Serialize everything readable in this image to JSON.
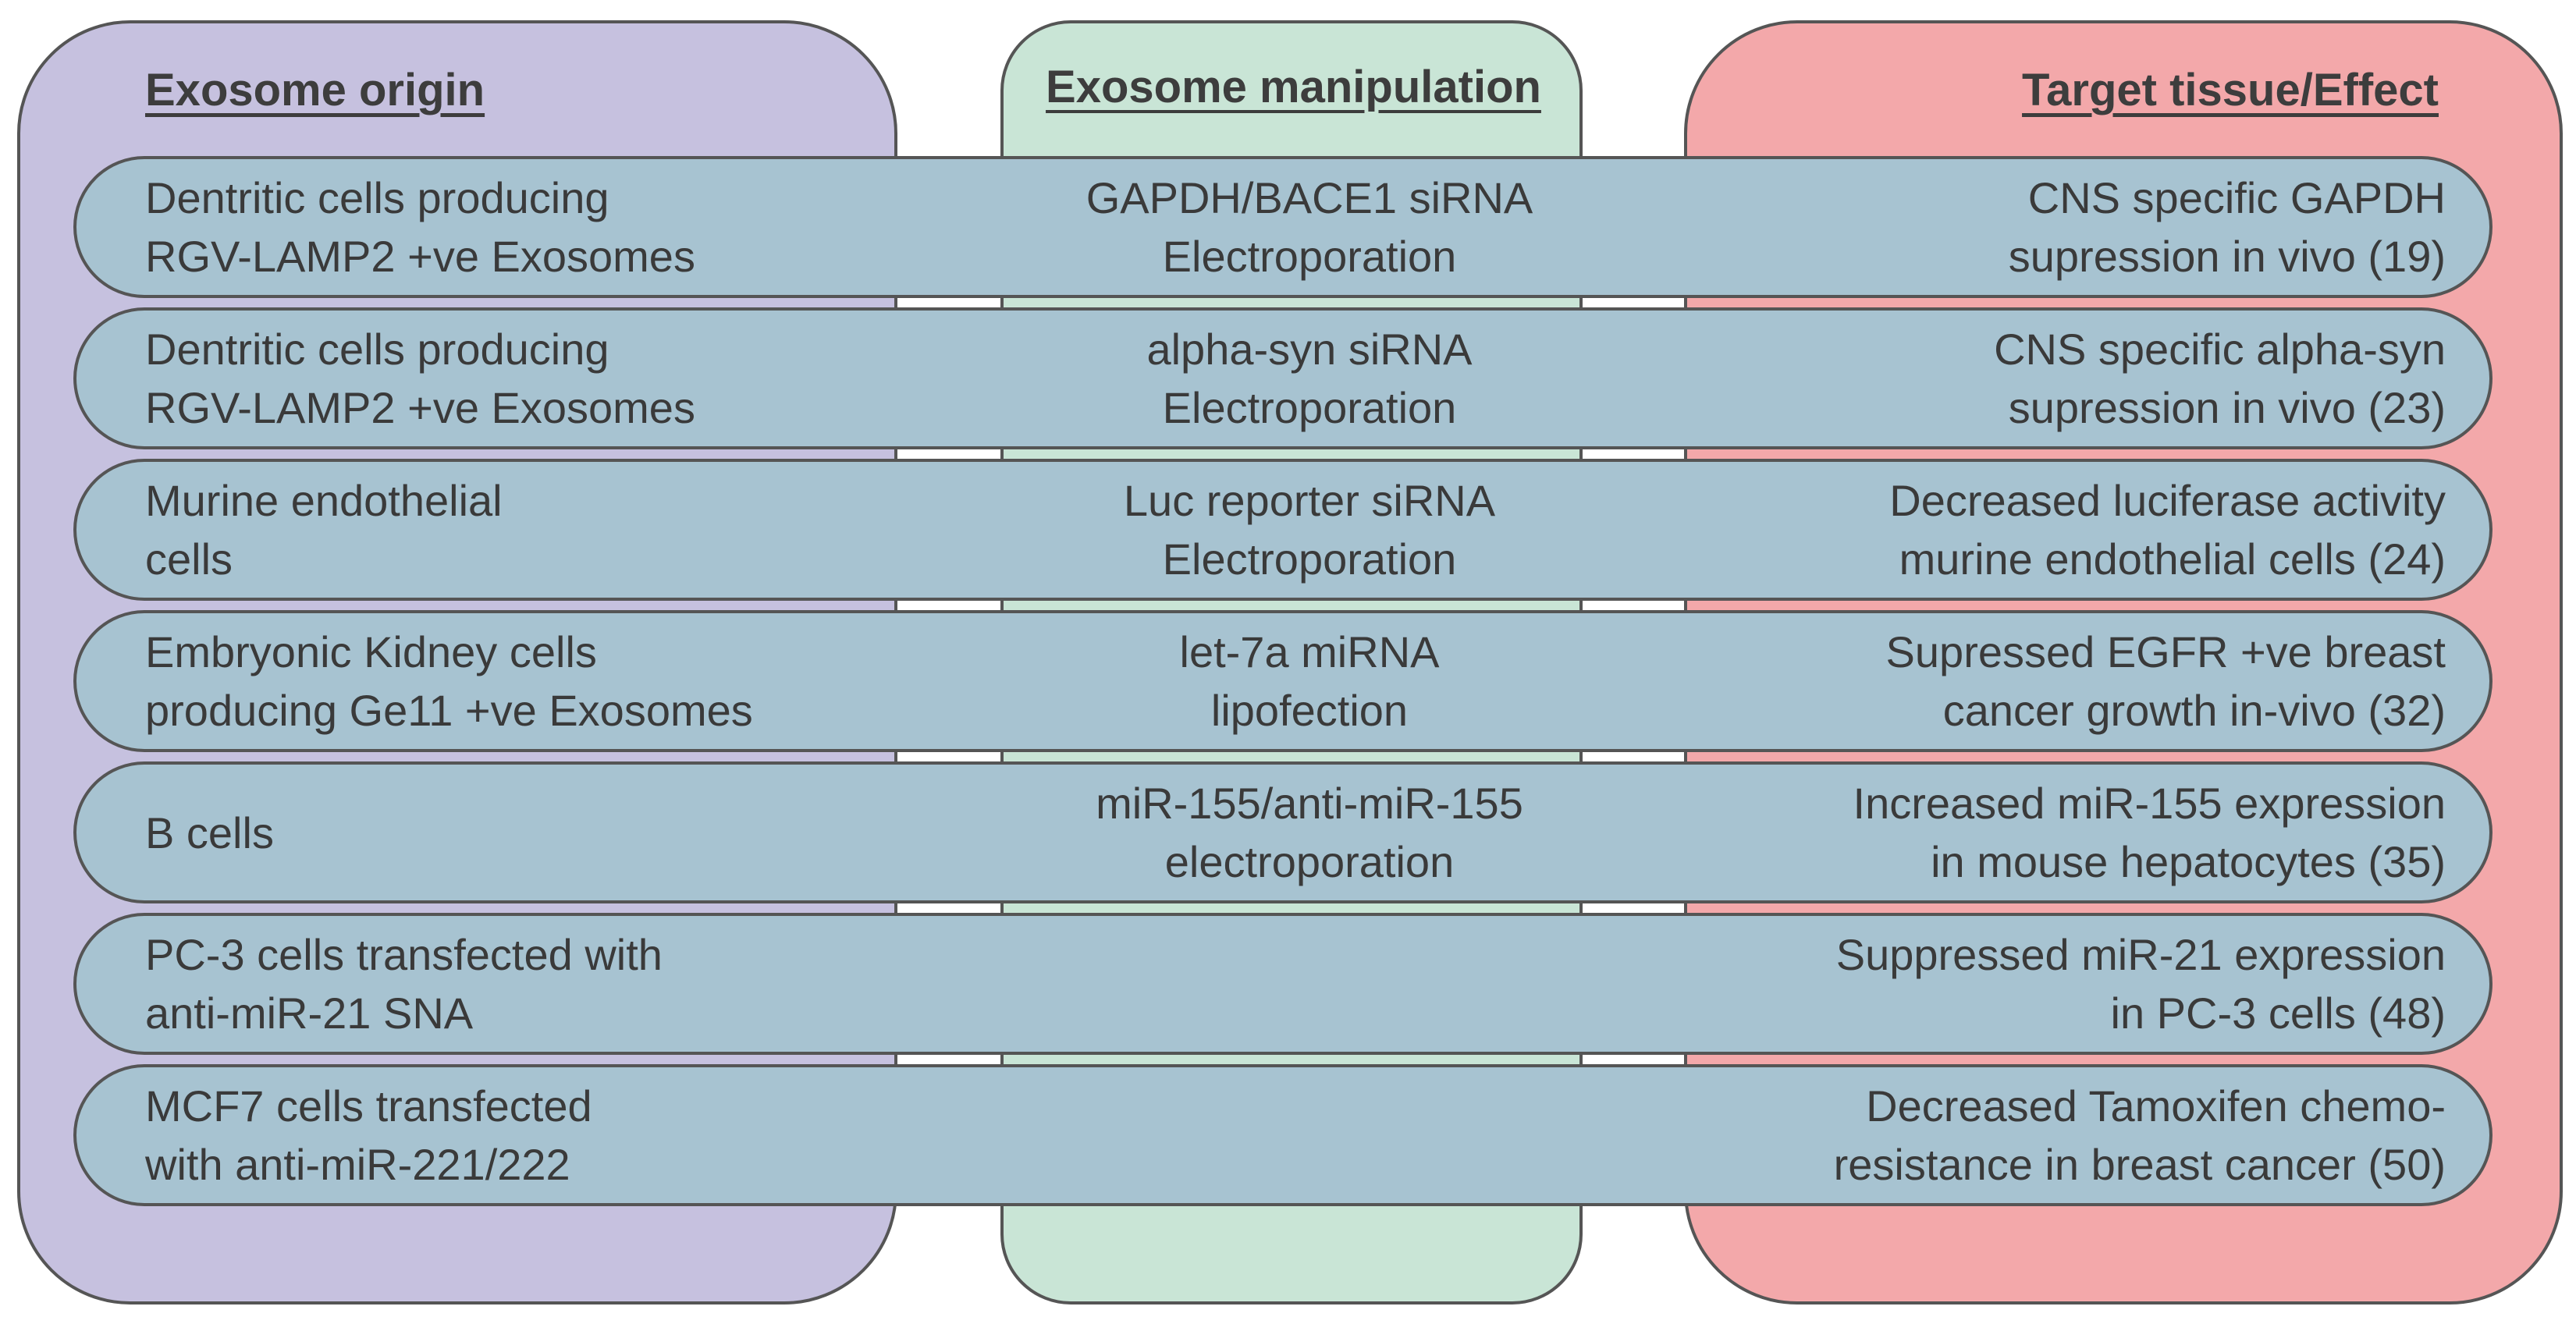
{
  "headings": {
    "origin": "Exosome origin",
    "manipulation": "Exosome manipulation",
    "target": "Target tissue/Effect"
  },
  "colors": {
    "origin_panel": "#c6c1df",
    "manipulation_panel": "#c9e5d6",
    "target_panel": "#f3a8aa",
    "row": "#a7c3d1",
    "outline": "#555555"
  },
  "rows": [
    {
      "origin": [
        "Dentritic cells producing",
        "RGV-LAMP2 +ve Exosomes"
      ],
      "manipulation": [
        "GAPDH/BACE1 siRNA",
        "Electroporation"
      ],
      "target": [
        "CNS specific GAPDH",
        "supression in vivo (19)"
      ]
    },
    {
      "origin": [
        "Dentritic cells producing",
        "RGV-LAMP2 +ve Exosomes"
      ],
      "manipulation": [
        "alpha-syn siRNA",
        "Electroporation"
      ],
      "target": [
        "CNS specific alpha-syn",
        "supression in vivo (23)"
      ]
    },
    {
      "origin": [
        "Murine endothelial",
        "cells"
      ],
      "manipulation": [
        "Luc reporter siRNA",
        "Electroporation"
      ],
      "target": [
        "Decreased luciferase activity",
        "murine endothelial cells (24)"
      ]
    },
    {
      "origin": [
        "Embryonic Kidney cells",
        "producing Ge11 +ve Exosomes"
      ],
      "manipulation": [
        "let-7a miRNA",
        "lipofection"
      ],
      "target": [
        "Supressed EGFR +ve breast",
        "cancer growth in-vivo (32)"
      ]
    },
    {
      "origin": [
        "B cells",
        ""
      ],
      "manipulation": [
        "miR-155/anti-miR-155",
        "electroporation"
      ],
      "target": [
        "Increased miR-155 expression",
        "in mouse hepatocytes (35)"
      ]
    },
    {
      "origin": [
        "PC-3 cells transfected with",
        "anti-miR-21 SNA"
      ],
      "manipulation": [
        "",
        ""
      ],
      "target": [
        "Suppressed miR-21 expression",
        "in PC-3 cells (48)"
      ]
    },
    {
      "origin": [
        "MCF7 cells transfected",
        "with anti-miR-221/222"
      ],
      "manipulation": [
        "",
        ""
      ],
      "target": [
        "Decreased Tamoxifen chemo-",
        "resistance in breast cancer (50)"
      ]
    }
  ]
}
